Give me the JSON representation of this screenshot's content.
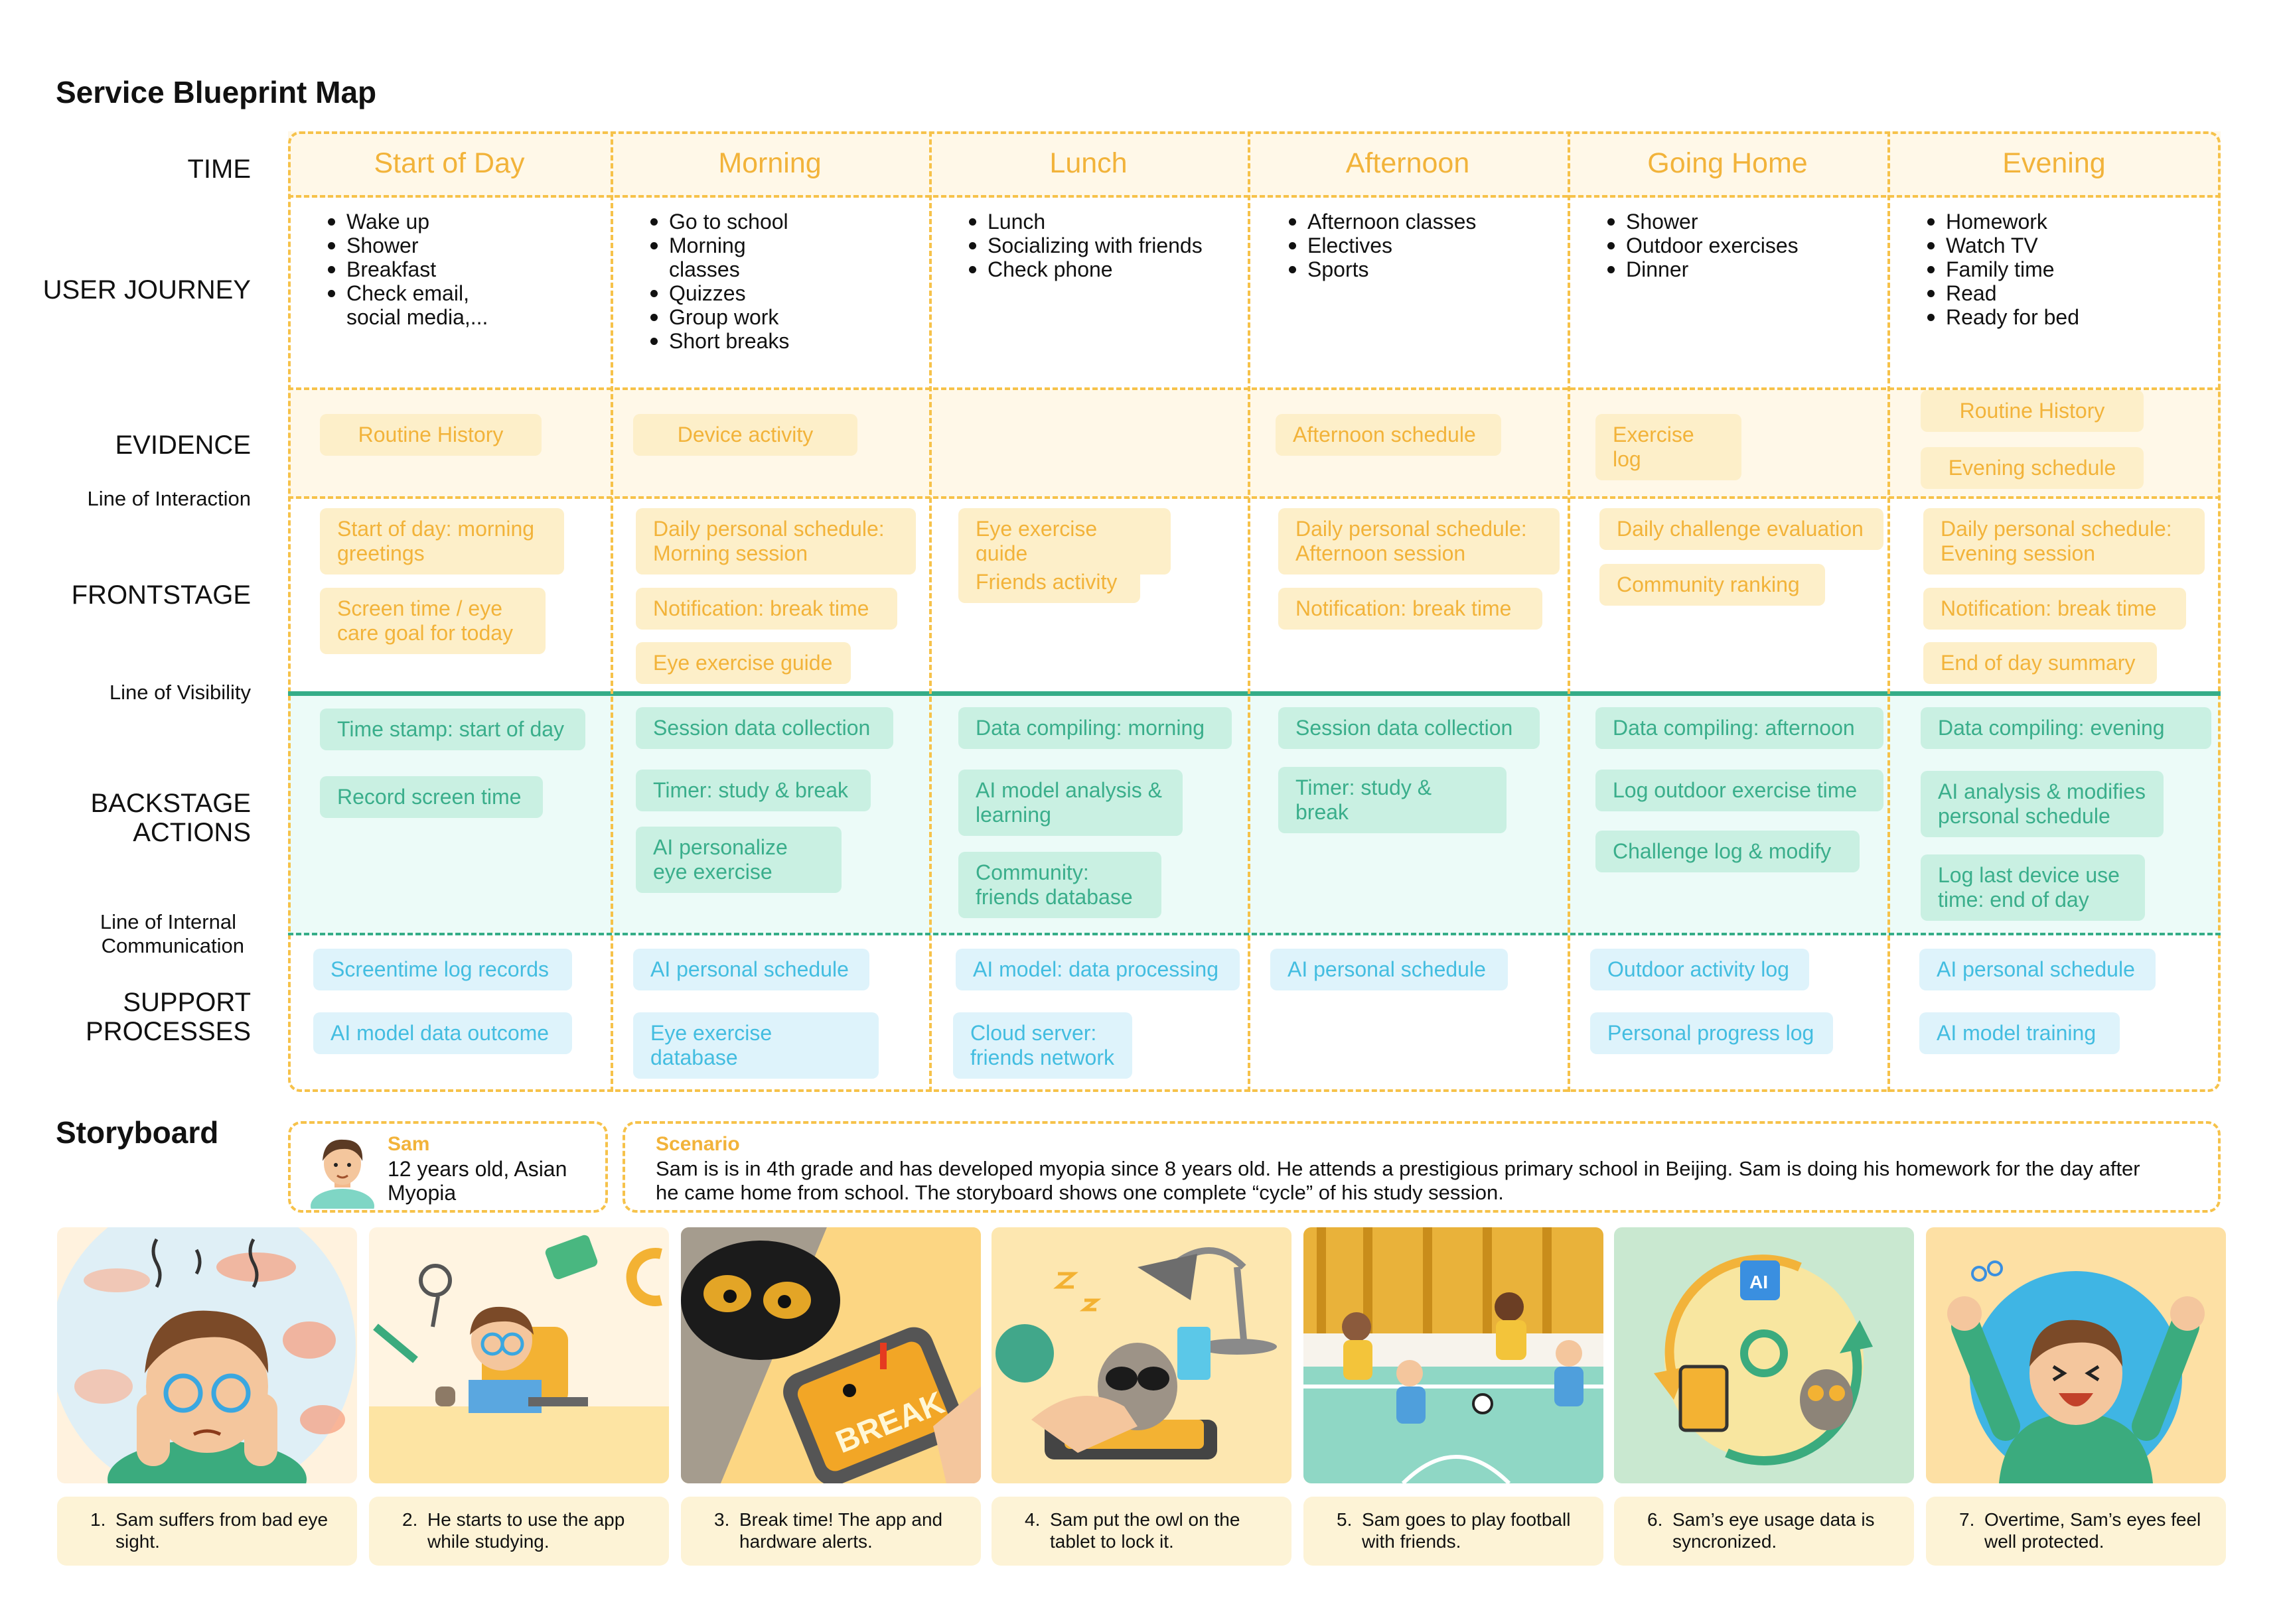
{
  "title": "Service Blueprint Map",
  "row_labels": {
    "time": "TIME",
    "journey": "USER JOURNEY",
    "evidence": "EVIDENCE",
    "line_interaction": "Line of Interaction",
    "frontstage": "FRONTSTAGE",
    "line_visibility": "Line of Visibility",
    "backstage_1": "BACKSTAGE",
    "backstage_2": "ACTIONS",
    "line_internal_1": "Line of  Internal",
    "line_internal_2": "Communication",
    "support_1": "SUPPORT",
    "support_2": "PROCESSES"
  },
  "columns": [
    {
      "name": "Start of Day",
      "journey": [
        "Wake up",
        "Shower",
        "Breakfast",
        "Check email, social media,..."
      ],
      "evidence": [
        "Routine History"
      ],
      "frontstage": [
        "Start of day: morning greetings",
        "Screen time / eye care goal for today"
      ],
      "backstage": [
        "Time stamp: start of day",
        "Record screen time"
      ],
      "support": [
        "Screentime log records",
        "AI model data outcome"
      ]
    },
    {
      "name": "Morning",
      "journey": [
        "Go to school",
        "Morning classes",
        "Quizzes",
        "Group work",
        "Short  breaks"
      ],
      "evidence": [
        "Device activity"
      ],
      "frontstage": [
        "Daily personal schedule: Morning session",
        "Notification: break time",
        "Eye exercise guide"
      ],
      "backstage": [
        "Session data collection",
        "Timer: study & break",
        "AI personalize eye exercise"
      ],
      "support": [
        "AI personal schedule",
        "Eye exercise database"
      ]
    },
    {
      "name": "Lunch",
      "journey": [
        "Lunch",
        "Socializing with friends",
        "Check phone"
      ],
      "evidence": [],
      "frontstage": [
        "Eye exercise guide",
        "Friends activity"
      ],
      "backstage": [
        "Data compiling: morning",
        "AI model analysis & learning",
        "Community: friends database"
      ],
      "support": [
        "AI model: data processing",
        "Cloud server: friends network"
      ]
    },
    {
      "name": "Afternoon",
      "journey": [
        "Afternoon classes",
        "Electives",
        "Sports"
      ],
      "evidence": [
        "Afternoon schedule"
      ],
      "frontstage": [
        "Daily personal schedule: Afternoon session",
        "Notification: break time"
      ],
      "backstage": [
        "Session data collection",
        "Timer: study & break"
      ],
      "support": [
        "AI personal schedule"
      ]
    },
    {
      "name": "Going Home",
      "journey": [
        "Shower",
        "Outdoor exercises",
        "Dinner"
      ],
      "evidence": [
        "Exercise log"
      ],
      "frontstage": [
        "Daily challenge evaluation",
        "Community ranking"
      ],
      "backstage": [
        "Data compiling: afternoon",
        "Log outdoor exercise time",
        "Challenge log & modify"
      ],
      "support": [
        "Outdoor activity log",
        "Personal progress log"
      ]
    },
    {
      "name": "Evening",
      "journey": [
        "Homework",
        "Watch TV",
        "Family time",
        "Read",
        "Ready for bed"
      ],
      "evidence": [
        "Routine History",
        "Evening schedule"
      ],
      "frontstage": [
        "Daily personal schedule: Evening session",
        "Notification: break time",
        "End of day summary"
      ],
      "backstage": [
        "Data compiling: evening",
        "AI analysis & modifies personal schedule",
        "Log last device use time: end of day"
      ],
      "support": [
        "AI personal schedule",
        "AI model training"
      ]
    }
  ],
  "storyboard": {
    "title": "Storyboard",
    "persona": {
      "name": "Sam",
      "line1": "12 years old, Asian",
      "line2": "Myopia"
    },
    "scenario": {
      "label": "Scenario",
      "line1": "Sam is is in 4th grade and has developed myopia since 8 years old. He attends a prestigious primary school in Beijing. Sam is doing his homework for the day after",
      "line2": "he came home from school. The storyboard shows one complete “cycle” of his study session."
    },
    "panel_text": {
      "break": "BREAK",
      "ai": "AI"
    },
    "captions": [
      {
        "num": "1.",
        "text": "Sam suffers from bad eye sight."
      },
      {
        "num": "2.",
        "text": "He starts to use the app while studying."
      },
      {
        "num": "3.",
        "text": "Break time! The app and hardware alerts."
      },
      {
        "num": "4.",
        "text": "Sam put the owl on the tablet to lock it."
      },
      {
        "num": "5.",
        "text": "Sam goes to play football with friends."
      },
      {
        "num": "6.",
        "text": "Sam’s eye usage data is syncronized."
      },
      {
        "num": "7.",
        "text": "Overtime, Sam’s eyes feel well protected."
      }
    ]
  },
  "colors": {
    "yellow": "#f6c24a",
    "green": "#35ad88",
    "blue": "#43bde0",
    "cream": "#fff8e8",
    "mint": "#ecfbf8"
  }
}
